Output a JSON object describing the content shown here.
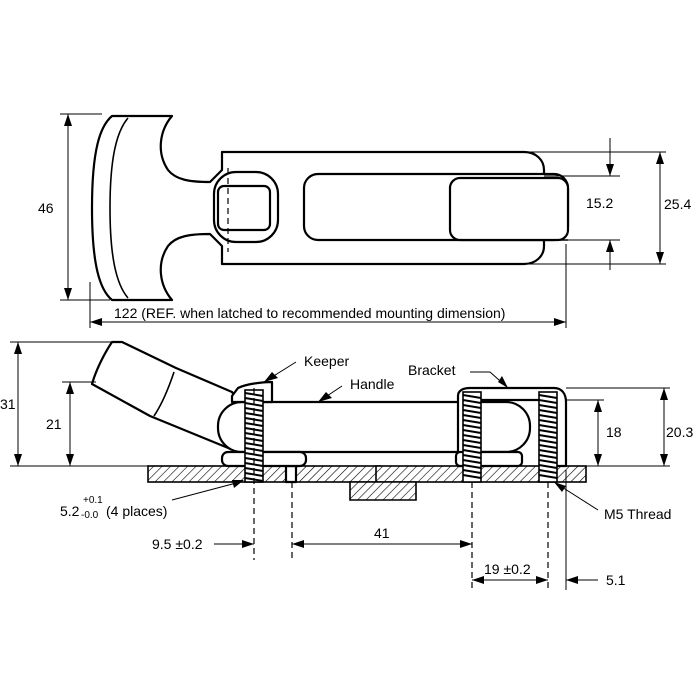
{
  "top_view": {
    "dim_height": "46",
    "dim_inner": "15.2",
    "dim_outer": "25.4",
    "dim_length": "122 (REF. when latched to recommended mounting dimension)"
  },
  "side_view": {
    "label_keeper": "Keeper",
    "label_handle": "Handle",
    "label_bracket": "Bracket",
    "label_thread": "M5 Thread",
    "dim_overall_height": "31",
    "dim_handle_height": "21",
    "dim_bracket_18": "18",
    "dim_bracket_203": "20.3",
    "hole_base": "5.2",
    "hole_tol_upper": "+0.1",
    "hole_tol_lower": "-0.0",
    "hole_note": "(4 places)",
    "dim_95": "9.5 ±0.2",
    "dim_41": "41",
    "dim_19": "19 ±0.2",
    "dim_51": "5.1"
  }
}
